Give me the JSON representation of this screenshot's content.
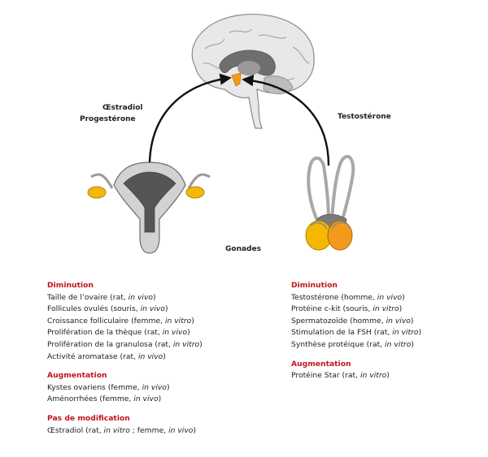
{
  "labels": {
    "estradiol": "Œstradiol",
    "progesterone": "Progestérone",
    "testosterone": "Testostérone",
    "gonades": "Gonades"
  },
  "left": {
    "diminution": {
      "heading": "Diminution",
      "items": [
        {
          "t": "Taille de l’ovaire (rat, ",
          "e": "in vivo",
          "c": ")"
        },
        {
          "t": "Follicules ovulés (souris, ",
          "e": "in vivo",
          "c": ")"
        },
        {
          "t": "Croissance folliculaire (femme, ",
          "e": "in vitro",
          "c": ")"
        },
        {
          "t": "Prolifération de la thèque  (rat, ",
          "e": "in vivo",
          "c": ")"
        },
        {
          "t": "Prolifération de la granulosa (rat, ",
          "e": "in vitro",
          "c": ")"
        },
        {
          "t": "Activité aromatase (rat, ",
          "e": "in vivo",
          "c": ")"
        }
      ]
    },
    "augmentation": {
      "heading": "Augmentation",
      "items": [
        {
          "t": "Kystes ovariens (femme, ",
          "e": "in vivo",
          "c": ")"
        },
        {
          "t": "Aménorrhées (femme, ",
          "e": "in vivo",
          "c": ")"
        }
      ]
    },
    "pas": {
      "heading": "Pas de modification",
      "t1": "Œstradiol (rat, ",
      "e1": "in vitro",
      "t2": " ; femme, ",
      "e2": "in vivo",
      "c": ")"
    }
  },
  "right": {
    "diminution": {
      "heading": "Diminution",
      "items": [
        {
          "t": "Testostérone (homme, ",
          "e": "in vivo",
          "c": ")"
        },
        {
          "t": "Protéine c-kit (souris, ",
          "e": "in vitro",
          "c": ")"
        },
        {
          "t": "Spermatozoïde (homme, ",
          "e": "in vivo",
          "c": ")"
        },
        {
          "t": "Stimulation de la FSH (rat, ",
          "e": "in vitro",
          "c": ")"
        },
        {
          "t": "Synthèse protéique (rat, ",
          "e": "in vitro",
          "c": ")"
        }
      ]
    },
    "augmentation": {
      "heading": "Augmentation",
      "items": [
        {
          "t": "Protéine Star (rat, ",
          "e": "in vitro",
          "c": ")"
        }
      ]
    }
  },
  "colors": {
    "heading_red": "#c0141e",
    "gland_orange": "#f39a1d",
    "gonad_yellow": "#f5b800",
    "organ_gray": "#c8c8c8"
  }
}
